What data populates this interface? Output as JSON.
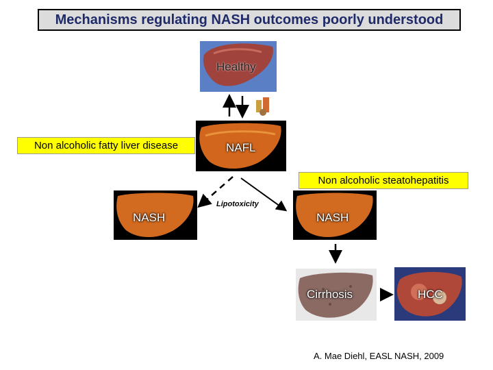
{
  "title": "Mechanisms regulating NASH outcomes poorly understood",
  "nodes": {
    "healthy": "Healthy",
    "nafl": "NAFL",
    "nash_left": "NASH",
    "nash_right": "NASH",
    "cirrhosis": "Cirrhosis",
    "hcc": "HCC"
  },
  "callouts": {
    "nafld": "Non alcoholic fatty liver disease",
    "nash_def": "Non alcoholic steatohepatitis"
  },
  "edge_label": "Lipotoxicity",
  "credit": "A. Mae Diehl, EASL NASH, 2009",
  "colors": {
    "title_bg": "#dcdcdc",
    "title_text": "#1f2a6a",
    "callout_bg": "#ffff00"
  }
}
